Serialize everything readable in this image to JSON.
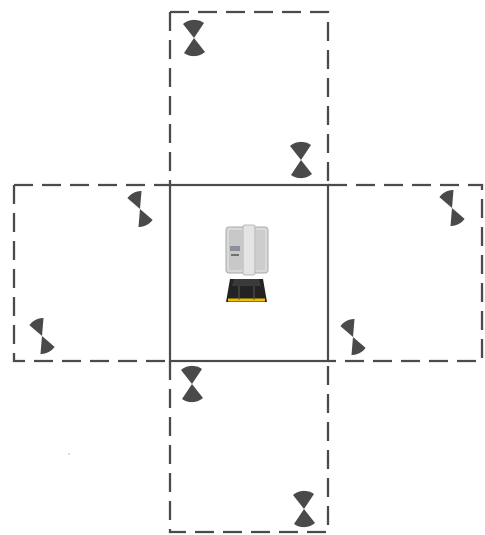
{
  "diagram": {
    "type": "scan-layout",
    "elements": {
      "scanner": "laser-scanner-icon",
      "targets": "checkerboard-target-icon",
      "center_region": "scan-position",
      "side_regions": [
        "top",
        "left",
        "right",
        "bottom"
      ]
    },
    "target_count": 8,
    "colors": {
      "line": "#4b4b4b",
      "target": "#4a4a4a",
      "scanner_body": "#d9d9d9",
      "scanner_accent": "#f0c000"
    }
  }
}
